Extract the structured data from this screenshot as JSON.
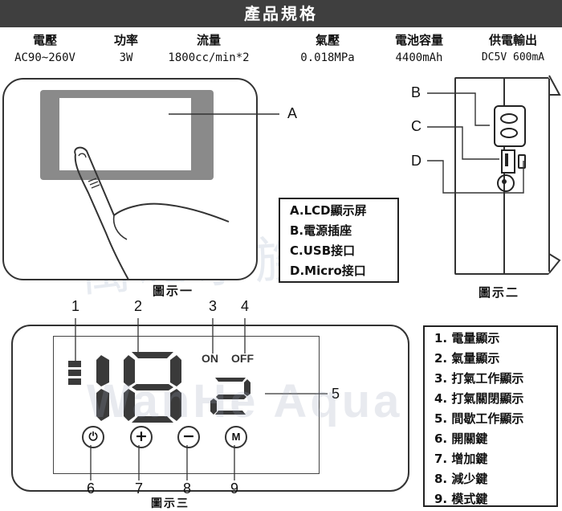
{
  "header": {
    "title": "產品規格"
  },
  "specs": [
    {
      "label": "電壓",
      "value": "AC90~260V"
    },
    {
      "label": "功率",
      "value": "3W"
    },
    {
      "label": "流量",
      "value": "1800cc/min*2"
    },
    {
      "label": "氣壓",
      "value": "0.018MPa"
    },
    {
      "label": "電池容量",
      "value": "4400mAh"
    },
    {
      "label": "供電輸出",
      "value": "DC5V 600mA"
    }
  ],
  "figure1": {
    "caption": "圖示一",
    "callout": "A"
  },
  "legend_parts": [
    {
      "text": "A.LCD顯示屏"
    },
    {
      "text": "B.電源插座"
    },
    {
      "text": "C.USB接口"
    },
    {
      "text": "D.Micro接口"
    }
  ],
  "figure2": {
    "caption": "圖示二",
    "callouts": [
      "B",
      "C",
      "D"
    ]
  },
  "figure3": {
    "caption": "圖示三",
    "top_numbers": [
      "1",
      "2",
      "3",
      "4"
    ],
    "side_number": "5",
    "bottom_numbers": [
      "6",
      "7",
      "8",
      "9"
    ],
    "on_label": "ON",
    "off_label": "OFF",
    "buttons": [
      {
        "symbol": "⏻",
        "icon": "power-icon"
      },
      {
        "symbol": "+",
        "icon": "plus-icon"
      },
      {
        "symbol": "−",
        "icon": "minus-icon"
      },
      {
        "symbol": "M",
        "icon": "mode-icon"
      }
    ]
  },
  "legend_functions": [
    {
      "text": "1. 電量顯示"
    },
    {
      "text": "2. 氣量顯示"
    },
    {
      "text": "3. 打氣工作顯示"
    },
    {
      "text": "4. 打氣關閉顯示"
    },
    {
      "text": "5. 間歇工作顯示"
    },
    {
      "text": "6. 開關鍵"
    },
    {
      "text": "7. 增加鍵"
    },
    {
      "text": "8. 減少鍵"
    },
    {
      "text": "9. 模式鍵"
    }
  ],
  "watermark": {
    "brand_chinese": "萬和水族",
    "brand_latin": "WanHe Aqua"
  }
}
